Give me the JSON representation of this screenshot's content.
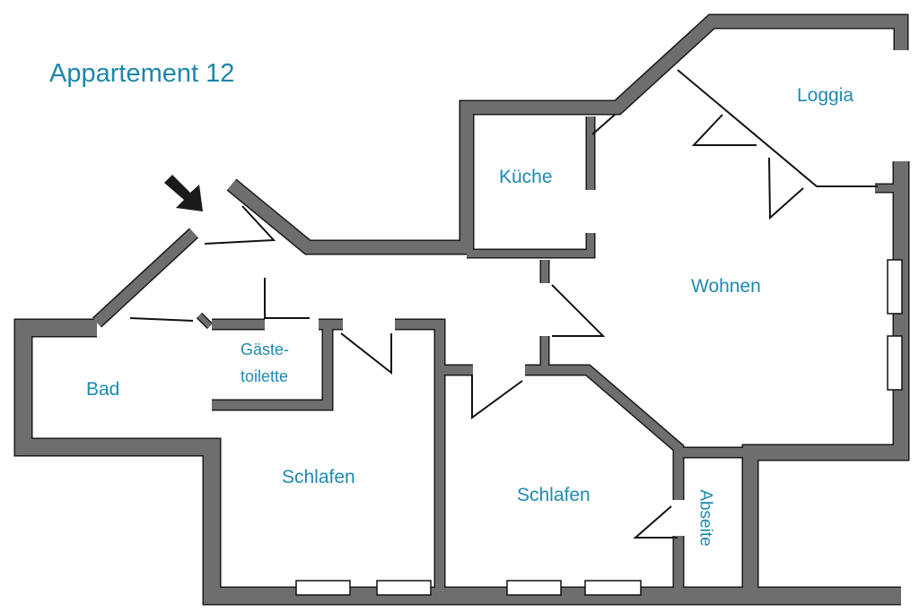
{
  "title": "Appartement 12",
  "rooms": {
    "loggia": "Loggia",
    "kueche": "Küche",
    "wohnen": "Wohnen",
    "bad": "Bad",
    "gaeste_line1": "Gäste-",
    "gaeste_line2": "toilette",
    "schlafen1": "Schlafen",
    "schlafen2": "Schlafen",
    "abseite": "Abseite"
  },
  "colors": {
    "text": "#1e8ab0",
    "wall": "#6e6e6e",
    "outline": "#1a1a1a"
  },
  "icons": {
    "entrance": "entrance-arrow-icon"
  }
}
